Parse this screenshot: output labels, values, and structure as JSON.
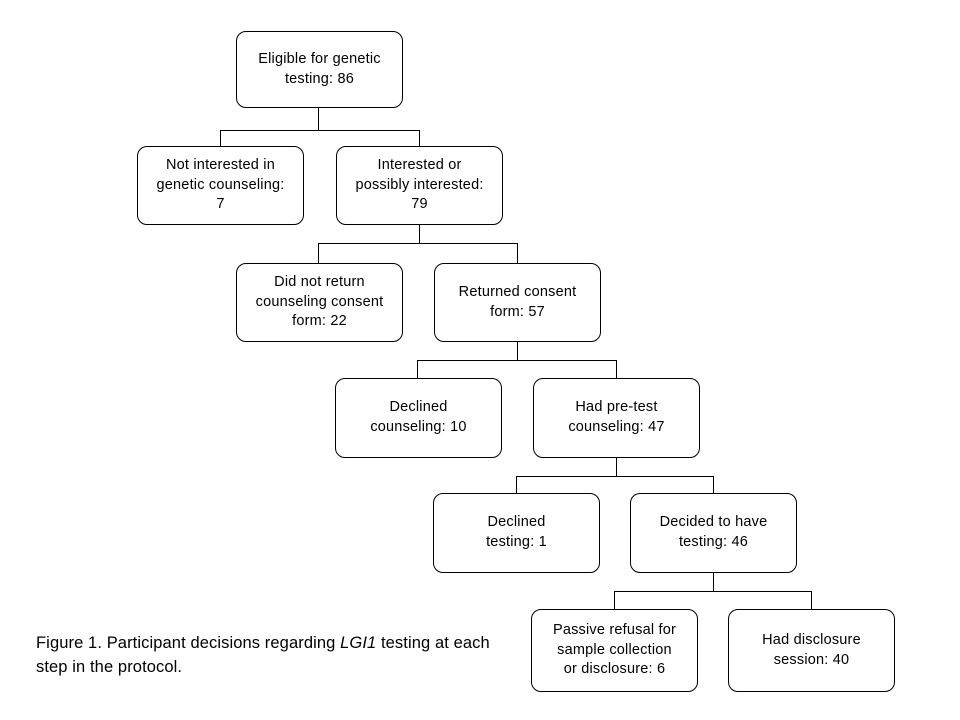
{
  "figure": {
    "caption_part1": "Figure 1. Participant decisions regarding ",
    "caption_italic": "LGI1",
    "caption_part2": " testing at each step in the protocol."
  },
  "chart_data": {
    "type": "diagram",
    "title": "Participant decisions regarding LGI1 testing at each step in the protocol.",
    "nodes": [
      {
        "id": "eligible",
        "label": "Eligible  for genetic\ntesting:  86",
        "value": 86
      },
      {
        "id": "not-interested-counseling",
        "label": "Not  interested  in\ngenetic  counseling:\n7",
        "value": 7
      },
      {
        "id": "interested-or-possibly",
        "label": "Interested  or\npossibly  interested:\n79",
        "value": 79
      },
      {
        "id": "no-return-consent",
        "label": "Did  not  return\ncounseling  consent\nform:  22",
        "value": 22
      },
      {
        "id": "returned-consent",
        "label": "Returned  consent\nform:  57",
        "value": 57
      },
      {
        "id": "declined-counseling",
        "label": "Declined\ncounseling:  10",
        "value": 10
      },
      {
        "id": "had-pretest-counseling",
        "label": "Had  pre-test\ncounseling:  47",
        "value": 47
      },
      {
        "id": "declined-testing",
        "label": "Declined\ntesting:  1",
        "value": 1
      },
      {
        "id": "decided-to-have-testing",
        "label": "Decided  to  have\ntesting:  46",
        "value": 46
      },
      {
        "id": "passive-refusal",
        "label": "Passive  refusal  for\nsample  collection\nor  disclosure:  6",
        "value": 6
      },
      {
        "id": "had-disclosure",
        "label": "Had  disclosure\nsession:  40",
        "value": 40
      }
    ],
    "edges": [
      {
        "from": "eligible",
        "to": "not-interested-counseling"
      },
      {
        "from": "eligible",
        "to": "interested-or-possibly"
      },
      {
        "from": "interested-or-possibly",
        "to": "no-return-consent"
      },
      {
        "from": "interested-or-possibly",
        "to": "returned-consent"
      },
      {
        "from": "returned-consent",
        "to": "declined-counseling"
      },
      {
        "from": "returned-consent",
        "to": "had-pretest-counseling"
      },
      {
        "from": "had-pretest-counseling",
        "to": "declined-testing"
      },
      {
        "from": "had-pretest-counseling",
        "to": "decided-to-have-testing"
      },
      {
        "from": "decided-to-have-testing",
        "to": "passive-refusal"
      },
      {
        "from": "decided-to-have-testing",
        "to": "had-disclosure"
      }
    ]
  }
}
